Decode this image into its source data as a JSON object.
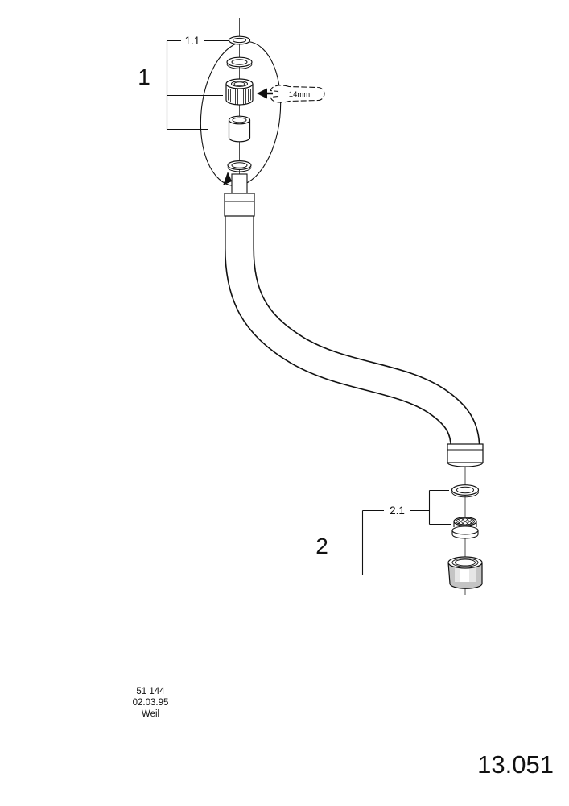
{
  "labels": {
    "group1": "1",
    "group1_sub": "1.1",
    "group2": "2",
    "group2_sub": "2.1",
    "wrench_size": "14mm"
  },
  "footer": {
    "part_number": "51 144",
    "date": "02.03.95",
    "location": "Weil"
  },
  "plate_number": "13.051",
  "colors": {
    "line": "#111111",
    "background": "#ffffff"
  }
}
